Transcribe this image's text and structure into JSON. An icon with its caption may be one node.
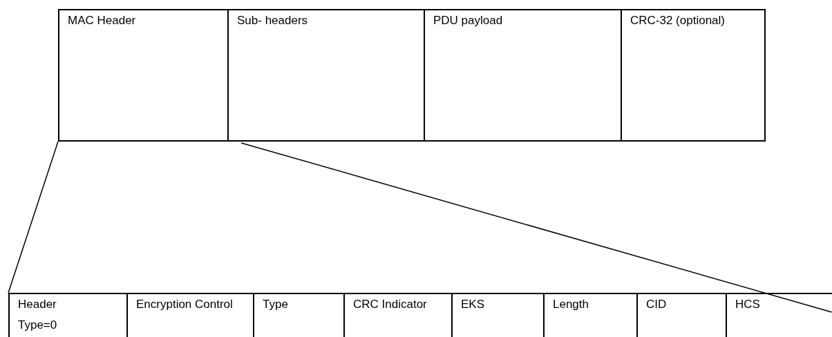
{
  "diagram": {
    "nodes": [
      {
        "text": [
          "MAC Header"
        ]
      },
      {
        "text": [
          "Sub- headers"
        ]
      },
      {
        "text": [
          "PDU payload"
        ]
      },
      {
        "text": [
          "CRC-32 (optional)"
        ]
      },
      {
        "text": [
          "Header Type=0"
        ]
      },
      {
        "text": [
          "Encryption Control"
        ]
      },
      {
        "text": [
          "Type"
        ]
      },
      {
        "text": [
          "CRC Indicator"
        ]
      },
      {
        "text": [
          "EKS"
        ]
      },
      {
        "text": [
          "Length"
        ]
      },
      {
        "text": [
          "CID"
        ]
      },
      {
        "text": [
          "HCS"
        ]
      }
    ],
    "edges": [
      {
        "from": 0,
        "to": 4,
        "arrow": "none"
      },
      {
        "from": 1,
        "to": 11,
        "arrow": "none"
      }
    ]
  }
}
